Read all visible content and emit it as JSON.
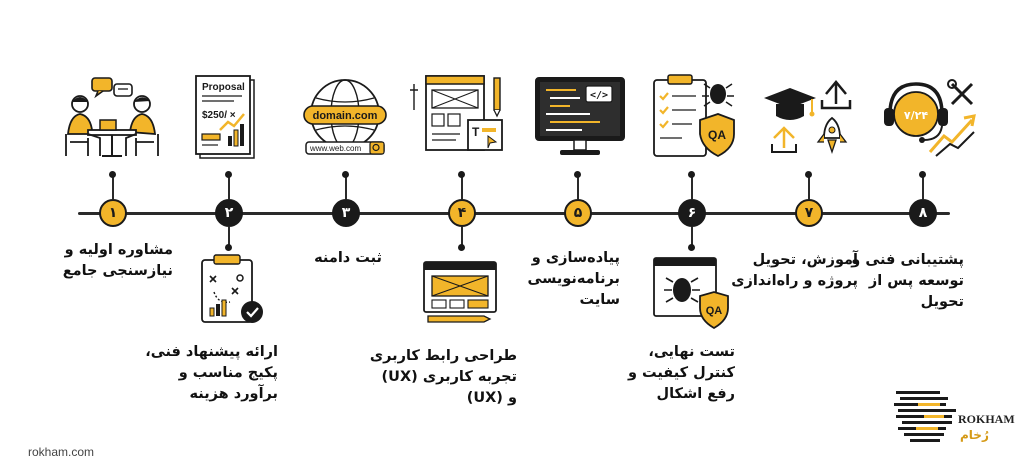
{
  "steps": [
    {
      "number": "۱",
      "lines": [
        "مشاوره اولیه و",
        "نیازسنجی جامع"
      ]
    },
    {
      "number": "۲",
      "lines": [
        "ارائه پیشنهاد فنی،",
        "پکیج مناسب و",
        "برآورد هزینه"
      ]
    },
    {
      "number": "۳",
      "lines": [
        "ثبت دامنه"
      ]
    },
    {
      "number": "۴",
      "lines": [
        "طراحی رابط کاربری",
        "تجربه کاربری (UX)",
        "و (UX)"
      ]
    },
    {
      "number": "۵",
      "lines": [
        "پیاده‌سازی و",
        "برنامه‌نویسی",
        "سایت"
      ]
    },
    {
      "number": "۶",
      "lines": [
        "تست نهایی،",
        "کنترل کیفیت و",
        "رفع اشکال"
      ]
    },
    {
      "number": "۷",
      "lines": [
        "آموزش، تحویل",
        "پروژه و راه‌اندازی"
      ]
    },
    {
      "number": "۸",
      "lines": [
        "پشتیبانی فنی و",
        "توسعه پس از",
        "تحویل"
      ]
    }
  ],
  "icons": {
    "proposal_title": "Proposal",
    "proposal_price": "$250/ ×",
    "domain_text": "domain.com",
    "domain_url": "www.web.com",
    "qa_badge_1": "QA",
    "qa_badge_2": "QA",
    "support_badge": "۷/۲۴"
  },
  "footer": {
    "url": "rokham.com"
  },
  "brand": {
    "name_en": "ROKHAM",
    "name_fa": "رُخام"
  },
  "colors": {
    "accent": "#f2b52a",
    "dark": "#1a1a1a"
  }
}
